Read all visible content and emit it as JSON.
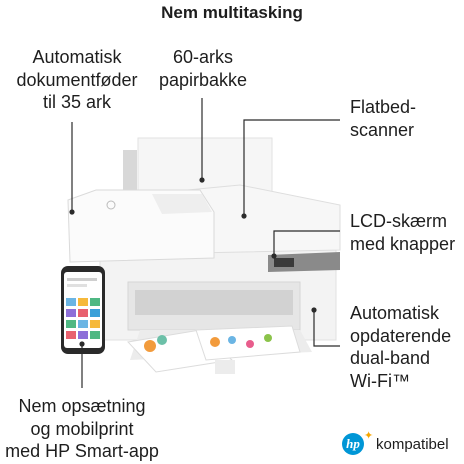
{
  "heading": "Nem multitasking",
  "labels": {
    "adf": [
      "Automatisk",
      "dokumentføder",
      "til 35 ark"
    ],
    "tray": [
      "60-arks",
      "papirbakke"
    ],
    "scanner": [
      "Flatbed-",
      "scanner"
    ],
    "lcd": [
      "LCD-skærm",
      "med knapper"
    ],
    "wifi": [
      "Automatisk",
      "opdaterende",
      "dual-band",
      "Wi-Fi™"
    ],
    "app": [
      "Nem opsætning",
      "og mobilprint",
      "med HP Smart-app"
    ]
  },
  "badge": {
    "logo": "hp",
    "icon": "plus-star-icon",
    "text": "kompatibel"
  },
  "colors": {
    "printer_body": "#f4f4f4",
    "panel_dark": "#8a8a8a",
    "hp_blue": "#0096d6",
    "star_orange": "#f7a600"
  }
}
